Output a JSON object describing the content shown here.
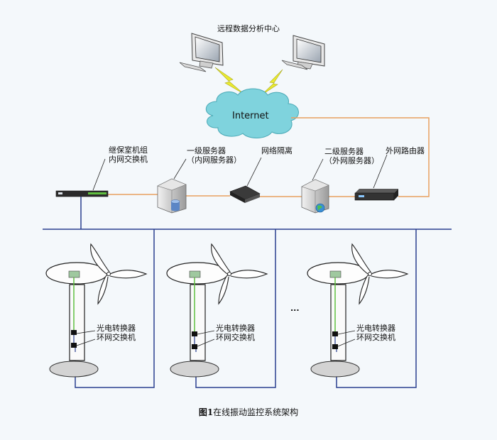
{
  "labels": {
    "remote_center": "远程数据分析中心",
    "internet": "Internet",
    "relay_switch_line1": "继保室机组",
    "relay_switch_line2": "内网交换机",
    "server1_line1": "一级服务器",
    "server1_line2": "（内网服务器）",
    "isolation": "网络隔离",
    "server2_line1": "二级服务器",
    "server2_line2": "（外网服务器）",
    "router": "外网路由器",
    "converter": "光电转换器",
    "ring_switch": "环网交换机",
    "ellipsis": "..."
  },
  "caption": {
    "fig": "图1",
    "text": "在线振动监控系统架构"
  },
  "colors": {
    "background": "#f4f8fb",
    "fiber_orange": "#e8a060",
    "network_blue": "#2a3f8f",
    "tower_fiber_green": "#5fbf3f",
    "cloud": "#7fd3dd",
    "lightning": "#eaea30"
  },
  "icons": [
    "monitor-icon",
    "keyboard-icon",
    "cloud-icon",
    "lightning-icon",
    "switch-icon",
    "server-icon",
    "database-icon",
    "router-icon",
    "wind-turbine-icon"
  ]
}
